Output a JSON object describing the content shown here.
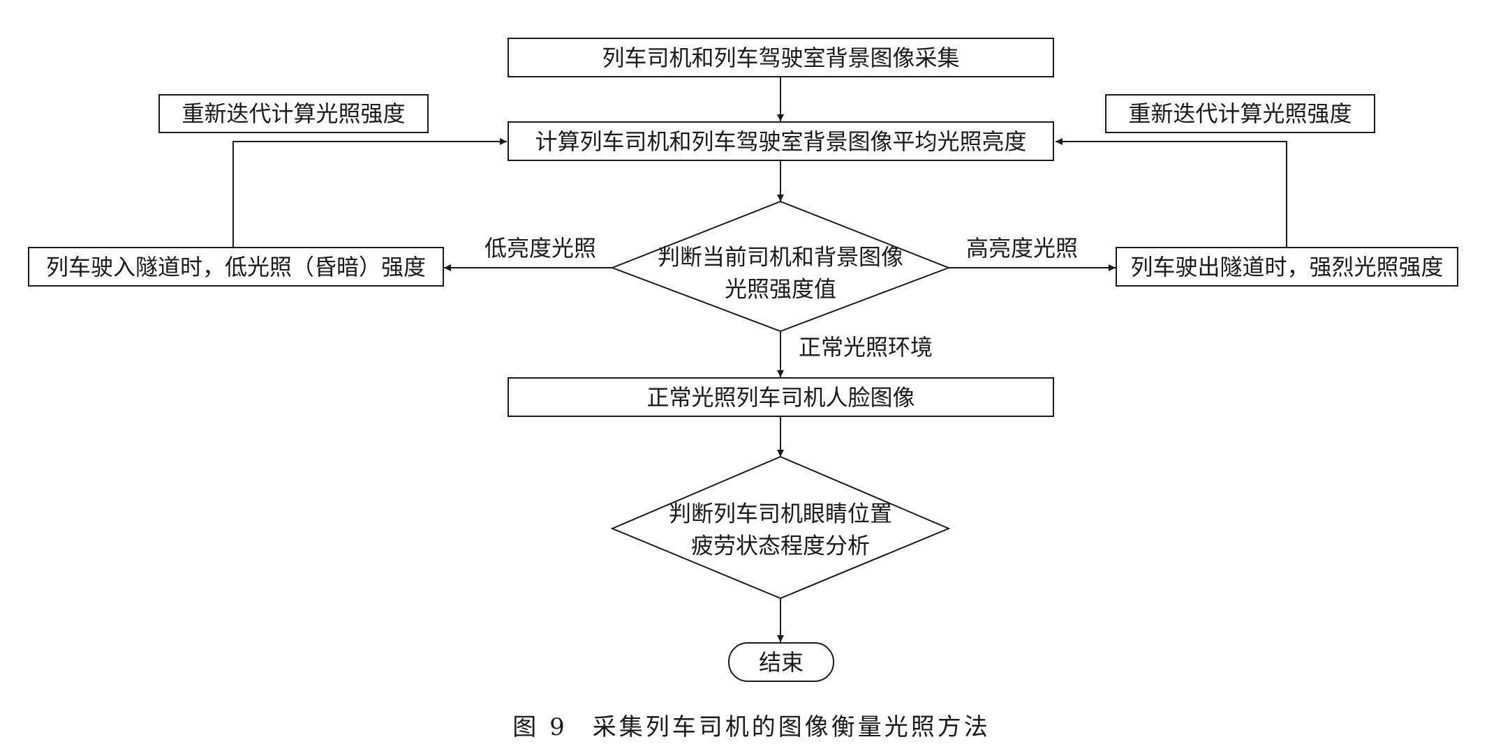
{
  "nodes": {
    "collect": "列车司机和列车驾驶室背景图像采集",
    "compute": "计算列车司机和列车驾驶室背景图像平均光照亮度",
    "decision_line1": "判断当前司机和背景图像",
    "decision_line2": "光照强度值",
    "tunnel_in": "列车驶入隧道时，低光照（昏暗）强度",
    "tunnel_out": "列车驶出隧道时，强烈光照强度",
    "normal_face": "正常光照列车司机人脸图像",
    "fatigue_line1": "判断列车司机眼睛位置",
    "fatigue_line2": "疲劳状态程度分析",
    "end": "结束"
  },
  "notes": {
    "recompute_left": "重新迭代计算光照强度",
    "recompute_right": "重新迭代计算光照强度"
  },
  "edge_labels": {
    "low": "低亮度光照",
    "high": "高亮度光照",
    "normal": "正常光照环境"
  },
  "caption": {
    "figure_number": "图 9",
    "title": "采集列车司机的图像衡量光照方法"
  }
}
